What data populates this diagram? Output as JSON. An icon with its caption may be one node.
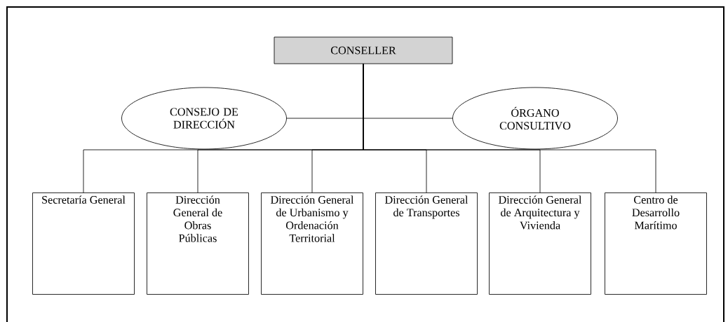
{
  "diagram": {
    "nodes": [
      {
        "text": [
          "CONSELLER"
        ]
      },
      {
        "text": [
          "CONSEJO DE DIRECCIÓN"
        ]
      },
      {
        "text": [
          "ÓRGANO CONSULTIVO"
        ]
      },
      {
        "text": [
          "Secretaría General"
        ]
      },
      {
        "text": [
          "Dirección General de Obras Públicas"
        ]
      },
      {
        "text": [
          "Dirección General de Urbanismo y Ordenación Territorial"
        ]
      },
      {
        "text": [
          "Dirección General de Transportes"
        ]
      },
      {
        "text": [
          "Dirección General de Arquitectura y Vivienda"
        ]
      },
      {
        "text": [
          "Centro de Desarrollo Marítimo"
        ]
      }
    ],
    "edges": [
      {
        "from": 0,
        "to": 1,
        "arrow": "none"
      },
      {
        "from": 0,
        "to": 2,
        "arrow": "none"
      },
      {
        "from": 0,
        "to": 3,
        "arrow": "none"
      },
      {
        "from": 0,
        "to": 4,
        "arrow": "none"
      },
      {
        "from": 0,
        "to": 5,
        "arrow": "none"
      },
      {
        "from": 0,
        "to": 6,
        "arrow": "none"
      },
      {
        "from": 0,
        "to": 7,
        "arrow": "none"
      },
      {
        "from": 0,
        "to": 8,
        "arrow": "none"
      }
    ]
  }
}
